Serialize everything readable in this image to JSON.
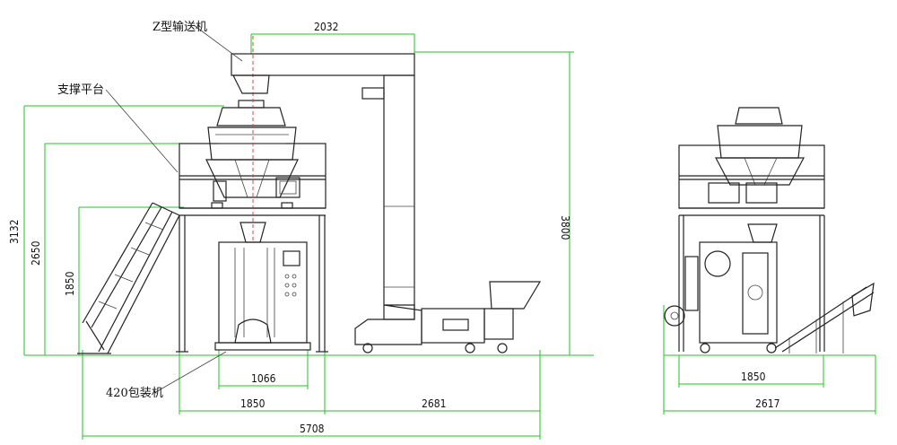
{
  "labels": {
    "conveyor": "Z型输送机",
    "platform": "支撑平台",
    "packer": "420包装机"
  },
  "dimensions": {
    "top_width": "2032",
    "left_total_height": "3132",
    "left_mid_height": "2650",
    "left_low_height": "1850",
    "conveyor_height": "3800",
    "packer_width": "1066",
    "frame_width": "1850",
    "conveyor_offset": "2681",
    "overall_length": "5708",
    "side_frame_width": "1850",
    "side_overall_width": "2617"
  },
  "colors": {
    "line": "#222222",
    "dimension": "#26c026",
    "centerline": "#dd3333"
  }
}
